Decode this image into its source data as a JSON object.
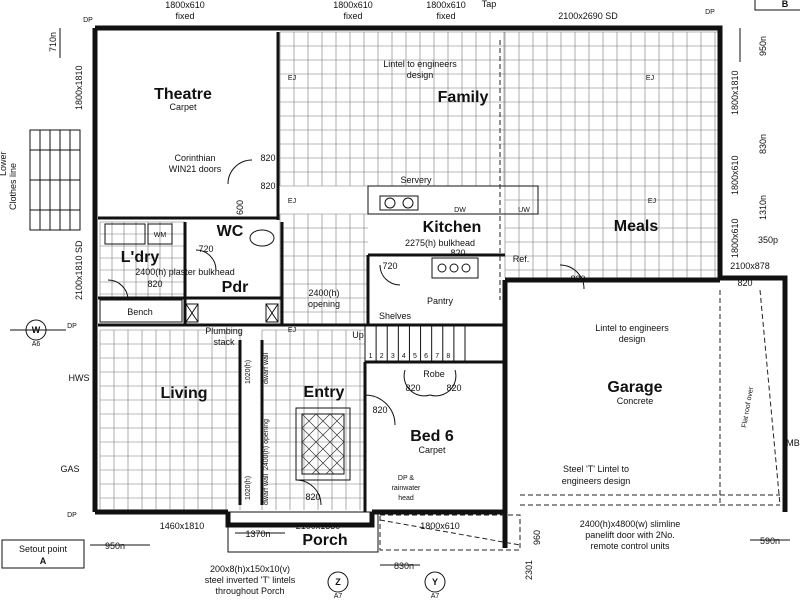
{
  "rooms": {
    "theatre": {
      "name": "Theatre",
      "finish": "Carpet"
    },
    "family": {
      "name": "Family"
    },
    "kitchen": {
      "name": "Kitchen"
    },
    "meals": {
      "name": "Meals"
    },
    "wc": {
      "name": "WC"
    },
    "laundry": {
      "name": "L'dry"
    },
    "pdr": {
      "name": "Pdr"
    },
    "living": {
      "name": "Living"
    },
    "entry": {
      "name": "Entry"
    },
    "bed6": {
      "name": "Bed 6",
      "finish": "Carpet"
    },
    "garage": {
      "name": "Garage",
      "finish": "Concrete"
    },
    "porch": {
      "name": "Porch"
    }
  },
  "fixtures": {
    "servery": "Servery",
    "pantry": "Pantry",
    "shelves": "Shelves",
    "robe": "Robe",
    "bench": "Bench",
    "wm": "WM",
    "dw": "DW",
    "uw": "UW",
    "ref": "Ref.",
    "up": "Up",
    "tap": "Tap",
    "gas": "GAS",
    "hws": "HWS",
    "mb": "MB",
    "stairs": [
      "1",
      "2",
      "3",
      "4",
      "5",
      "6",
      "7",
      "8"
    ]
  },
  "notes": {
    "corinthian": [
      "Corinthian",
      "WIN21 doors"
    ],
    "bulkhead_kitchen": "2275(h) bulkhead",
    "bulkhead_laundry": "2400(h) plaster bulkhead",
    "opening_top": [
      "2400(h)",
      "opening"
    ],
    "plumbing": [
      "Plumbing",
      "stack"
    ],
    "dwarf_wall": "dwarf wall",
    "dwarf_wall_2": "dwarf wall",
    "opening_side": "2400(h) opening",
    "h1020_a": "1020(h)",
    "h1020_b": "1020(h)",
    "lintel_family": [
      "Lintel to engineers",
      "design"
    ],
    "lintel_garage": [
      "Lintel to engineers",
      "design"
    ],
    "steel_lintel": [
      "Steel 'T' Lintel to",
      "engineers design"
    ],
    "garage_door": [
      "2400(h)x4800(w) slimline",
      "panelift door with 2No.",
      "remote control units"
    ],
    "porch_lintels": [
      "200x8(h)x150x10(v)",
      "steel inverted 'T' lintels",
      "throughout Porch"
    ],
    "downpipe": [
      "DP &",
      "rainwater",
      "head"
    ],
    "setout": [
      "Setout point",
      "A"
    ],
    "clothes_line": "Clothes line",
    "flat_roof": "Flat roof over",
    "dp": "DP",
    "ej": "EJ"
  },
  "windows": {
    "top_1": [
      "1800x610",
      "fixed"
    ],
    "top_2": [
      "1800x610",
      "fixed"
    ],
    "top_3": [
      "1800x610",
      "fixed"
    ],
    "top_sd": "2100x2690 SD",
    "left_top": "1800x1810",
    "left_sd": "2100x1810 SD",
    "right_1": "1800x1810",
    "right_2": "1800x610",
    "right_3": "1800x610",
    "bottom_left": "1460x1810",
    "bottom_porch": "2100x1330",
    "bottom_mid": "1800x610",
    "garage_window": "2100x878"
  },
  "doors": [
    "820",
    "820",
    "820",
    "720",
    "720",
    "820",
    "820",
    "820",
    "820",
    "820",
    "820",
    "820",
    "600"
  ],
  "dims": {
    "d710": "710n",
    "d950_top": "950n",
    "d830": "830n",
    "d1310": "1310n",
    "d350": "350p",
    "d950_bottom": "950n",
    "d1370": "1370n",
    "d830_bottom": "830n",
    "d960": "960",
    "d2301": "2301",
    "d590": "590n",
    "lower": "Lower"
  },
  "section_markers": {
    "w": {
      "letter": "W",
      "ref": "A6"
    },
    "z": {
      "letter": "Z",
      "ref": "A7"
    },
    "y": {
      "letter": "Y",
      "ref": "A7"
    },
    "b": {
      "letter": "B"
    }
  }
}
